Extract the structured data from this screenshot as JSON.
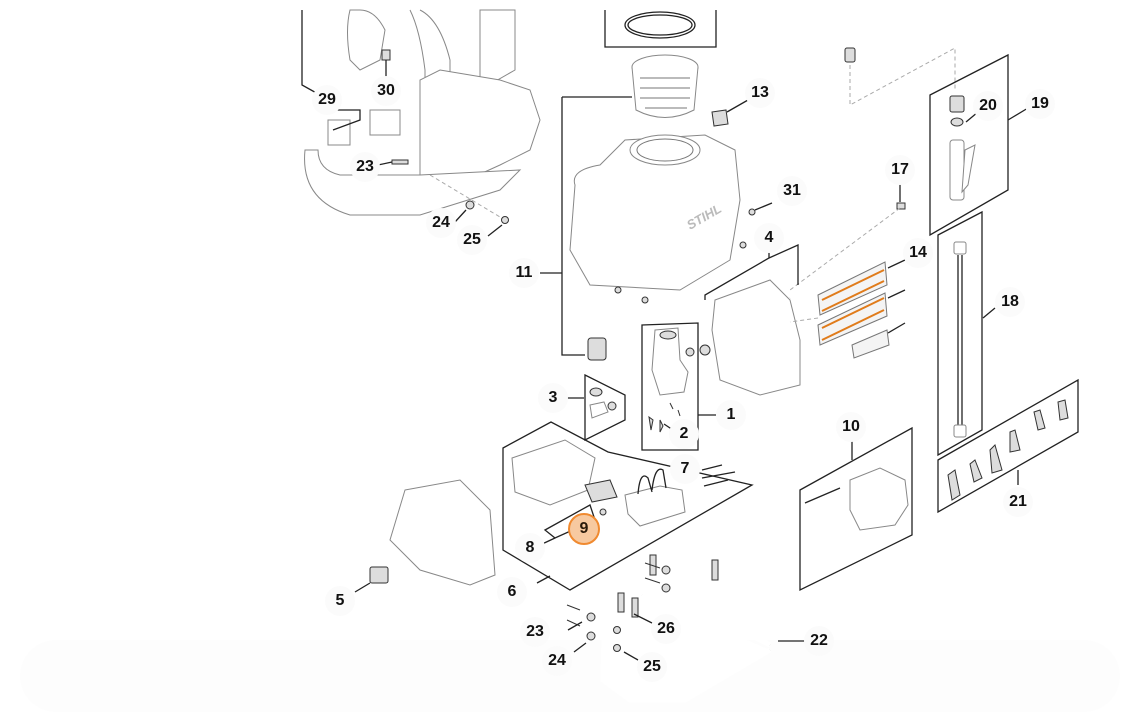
{
  "diagram": {
    "brand_mark": "STIHL",
    "selected_part": "9",
    "highlight_color": "#f08a30",
    "callouts": [
      {
        "id": "29",
        "label": "29"
      },
      {
        "id": "30",
        "label": "30"
      },
      {
        "id": "23a",
        "label": "23"
      },
      {
        "id": "24a",
        "label": "24"
      },
      {
        "id": "25a",
        "label": "25"
      },
      {
        "id": "11",
        "label": "11"
      },
      {
        "id": "13",
        "label": "13"
      },
      {
        "id": "31",
        "label": "31"
      },
      {
        "id": "17",
        "label": "17"
      },
      {
        "id": "4",
        "label": "4"
      },
      {
        "id": "20",
        "label": "20"
      },
      {
        "id": "19",
        "label": "19"
      },
      {
        "id": "14",
        "label": "14"
      },
      {
        "id": "18",
        "label": "18"
      },
      {
        "id": "3",
        "label": "3"
      },
      {
        "id": "1",
        "label": "1"
      },
      {
        "id": "2",
        "label": "2"
      },
      {
        "id": "10",
        "label": "10"
      },
      {
        "id": "7",
        "label": "7"
      },
      {
        "id": "9",
        "label": "9"
      },
      {
        "id": "8",
        "label": "8"
      },
      {
        "id": "6",
        "label": "6"
      },
      {
        "id": "5",
        "label": "5"
      },
      {
        "id": "21",
        "label": "21"
      },
      {
        "id": "22",
        "label": "22"
      },
      {
        "id": "23b",
        "label": "23"
      },
      {
        "id": "26",
        "label": "26"
      },
      {
        "id": "24b",
        "label": "24"
      },
      {
        "id": "25b",
        "label": "25"
      }
    ]
  }
}
